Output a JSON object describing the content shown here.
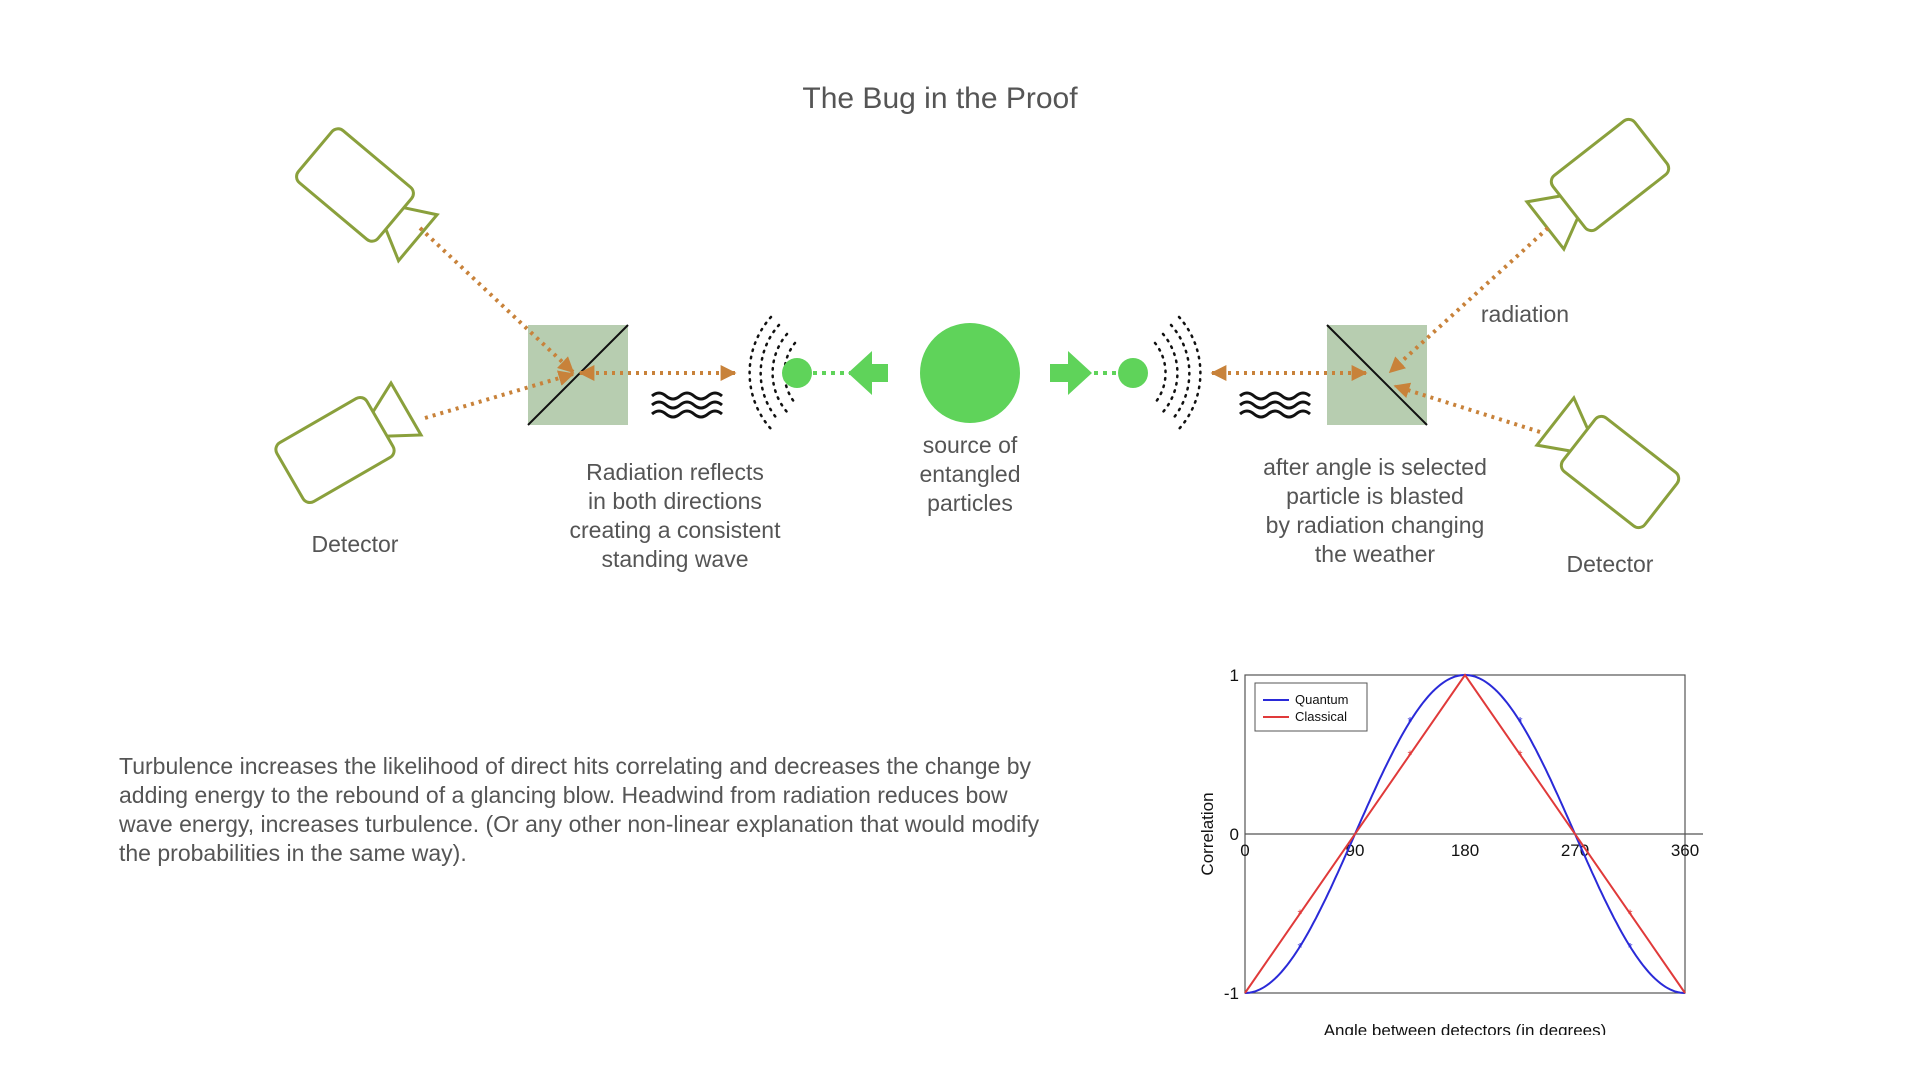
{
  "title": "The Bug in the Proof",
  "labels": {
    "detector_left": "Detector",
    "detector_right": "Detector",
    "radiation": "radiation",
    "reflect_lines": [
      "Radiation reflects",
      "in both directions",
      "creating a consistent",
      "standing wave"
    ],
    "source_lines": [
      "source of",
      "entangled",
      "particles"
    ],
    "blasted_lines": [
      "after angle is selected",
      "particle is blasted",
      "by radiation changing",
      "the weather"
    ]
  },
  "paragraph_lines": [
    "Turbulence increases the likelihood of direct hits correlating and decreases the change by",
    "adding energy to the rebound of a glancing blow.  Headwind from radiation reduces bow",
    "wave energy, increases turbulence. (Or any other non-linear explanation that would modify",
    "the probabilities in the same way)."
  ],
  "colors": {
    "detector": "#8aa03c",
    "beam": "#c8823a",
    "splitter": "#b7cdb0",
    "particle": "#5fd35a",
    "quantum": "#2a2ad8",
    "classical": "#e03a3a"
  },
  "chart_data": {
    "type": "line",
    "xlabel": "Angle between detectors (in degrees)",
    "ylabel": "Correlation",
    "xlim": [
      0,
      360
    ],
    "ylim": [
      -1,
      1
    ],
    "x_ticks": [
      "0",
      "90",
      "180",
      "270",
      "360"
    ],
    "y_ticks": [
      "-1",
      "0",
      "1"
    ],
    "legend_position": "top-left",
    "series": [
      {
        "name": "Quantum",
        "curve": "y = -cos(x)",
        "marker_x": [
          45,
          135,
          225,
          315
        ],
        "marker_y": [
          -0.71,
          0.71,
          0.71,
          -0.71
        ]
      },
      {
        "name": "Classical",
        "x": [
          0,
          180,
          360
        ],
        "y": [
          -1,
          1,
          -1
        ],
        "marker_x": [
          45,
          135,
          225,
          315
        ],
        "marker_y": [
          -0.5,
          0.5,
          0.5,
          -0.5
        ]
      }
    ]
  }
}
